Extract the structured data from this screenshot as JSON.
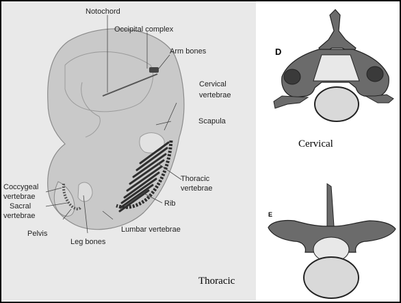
{
  "labels": {
    "notochord": "Notochord",
    "occipital": "Occipital complex",
    "arm_bones": "Arm bones",
    "cervical_v1": "Cervical",
    "cervical_v2": "vertebrae",
    "scapula": "Scapula",
    "coccygeal1": "Coccygeal",
    "coccygeal2": "vertebrae",
    "sacral1": "Sacral",
    "sacral2": "vertebrae",
    "pelvis": "Pelvis",
    "leg_bones": "Leg bones",
    "lumbar": "Lumbar vertebrae",
    "rib": "Rib",
    "thoracic_v1": "Thoracic",
    "thoracic_v2": "vertebrae"
  },
  "panels": {
    "d_letter": "D",
    "e_letter": "E",
    "cervical_caption": "Cervical",
    "thoracic_caption": "Thoracic"
  },
  "colors": {
    "bone_dark": "#3a3a3a",
    "bone_mid": "#6b6b6b",
    "bone_light": "#d9d9d9",
    "embryo_fill": "#c9c9c9"
  }
}
